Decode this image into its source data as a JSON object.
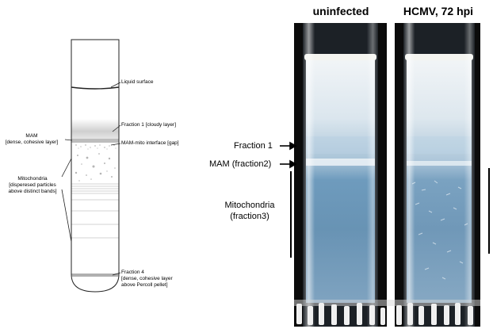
{
  "schematic": {
    "liquid_surface": "Liquid surface",
    "fraction1": "Fraction 1 [cloudy layer]",
    "mam_title": "MAM",
    "mam_desc": "[dense, cohesive layer]",
    "interface": "MAM-mito interface [gap]",
    "mito_title": "Mitochondria",
    "mito_desc1": "[disperesed particles",
    "mito_desc2": "above distinct bands]",
    "fraction4": "Fraction 4",
    "fraction4_desc1": "[dense, cohesive layer",
    "fraction4_desc2": "above Percoll pellet]"
  },
  "photo": {
    "uninfected": "uninfected",
    "hcmv": "HCMV, 72 hpi",
    "fraction1": "Fraction 1",
    "mam": "MAM (fraction2)",
    "mito1": "Mitochondria",
    "mito2": "(fraction3)"
  },
  "colors": {
    "tube_bg": "#0a0a0a",
    "liquid_top": "#e6eef4",
    "liquid_blue": "#5a8fb5",
    "band": "#dfeaf2"
  }
}
